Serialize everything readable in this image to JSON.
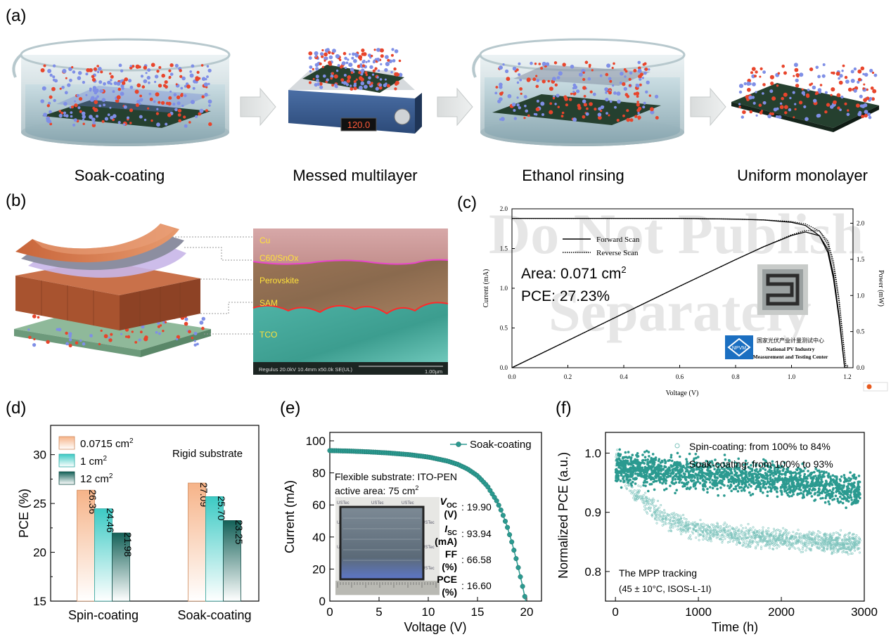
{
  "panels": {
    "a": {
      "letter": "(a)",
      "steps": [
        "Soak-coating",
        "Messed multilayer",
        "Ethanol rinsing",
        "Uniform monolayer"
      ],
      "hotplate_display": "120.0"
    },
    "b": {
      "letter": "(b)",
      "layers": [
        "Cu",
        "C60/SnOx",
        "Perovskite",
        "SAM",
        "TCO"
      ],
      "sem_footer": "Regulus 20.0kV 10.4mm x50.0k SE(UL)",
      "scale_bar": "1.00µm"
    },
    "c": {
      "letter": "(c)",
      "xlabel": "Voltage (V)",
      "ylabel_left": "Current (mA)",
      "ylabel_right": "Power (mW)",
      "legend": [
        "Forward Scan",
        "Reverse Scan"
      ],
      "area_text": "Area: 0.071 cm",
      "area_sup": "2",
      "pce_text": "PCE: 27.23%",
      "watermark_line1": "Do Not Publish",
      "watermark_line2": "Separately",
      "cert_cn": "国家光伏产业计量测试中心",
      "cert_en1": "National PV Industry",
      "cert_en2": "Measurement and Testing Center",
      "logo": "NPVM",
      "xticks": [
        "0.0",
        "0.2",
        "0.4",
        "0.6",
        "0.8",
        "1.0",
        "1.2"
      ],
      "yticks_left": [
        "0.0",
        "0.5",
        "1.0",
        "1.5",
        "2.0"
      ],
      "yticks_right": [
        "0.0",
        "0.5",
        "1.0",
        "1.5",
        "2.0"
      ]
    },
    "d": {
      "letter": "(d)",
      "legend": [
        "0.0715 cm",
        "1 cm",
        "12 cm"
      ],
      "legend_sup": "2",
      "note": "Rigid substrate",
      "ylabel": "PCE (%)",
      "yticks": [
        "15",
        "20",
        "25",
        "30"
      ],
      "colors": [
        "#f7bf98",
        "#4fd0cc",
        "#1a6d66"
      ]
    },
    "e": {
      "letter": "(e)",
      "legend": "Soak-coating",
      "substrate_line": "Flexible substrate: ITO-PEN",
      "area_line": "active area: 75 cm",
      "area_sup": "2",
      "params": [
        {
          "name": "V",
          "sub": "OC",
          "unit": "(V)",
          "value": ": 19.90"
        },
        {
          "name": "I",
          "sub": "SC",
          "unit": "(mA)",
          "value": ": 93.94"
        },
        {
          "name": "FF",
          "sub": "",
          "unit": "(%)",
          "value": ": 66.58"
        },
        {
          "name": "PCE",
          "sub": "",
          "unit": "(%)",
          "value": ": 16.60"
        }
      ],
      "xlabel": "Voltage (V)",
      "ylabel": "Current (mA)",
      "xticks": [
        "0",
        "5",
        "10",
        "15",
        "20"
      ],
      "yticks": [
        "0",
        "20",
        "40",
        "60",
        "80",
        "100"
      ],
      "photo_label": "USTec",
      "color": "#2b9a90"
    },
    "f": {
      "letter": "(f)",
      "legend": [
        "Spin-coating: from 100% to 84%",
        "Soak-coating: from 100% to 93%"
      ],
      "note1": "The MPP tracking",
      "note2": "(45 ± 10°C, ISOS-L-1I)",
      "xlabel": "Time (h)",
      "ylabel": "Normalized PCE (a.u.)",
      "xticks": [
        "0",
        "1000",
        "2000",
        "3000"
      ],
      "yticks": [
        "0.8",
        "0.9",
        "1.0"
      ]
    }
  },
  "chart_data": [
    {
      "id": "c",
      "type": "line",
      "xlabel": "Voltage (V)",
      "ylabel": "Current (mA)",
      "y2label": "Power (mW)",
      "xlim": [
        0.0,
        1.22
      ],
      "ylim": [
        0.0,
        2.0
      ],
      "y2lim": [
        0.0,
        2.2
      ],
      "series": [
        {
          "name": "Forward Scan",
          "x": [
            0.0,
            0.2,
            0.4,
            0.6,
            0.8,
            0.9,
            1.0,
            1.05,
            1.1,
            1.13,
            1.15,
            1.17,
            1.19
          ],
          "values": [
            1.88,
            1.88,
            1.88,
            1.88,
            1.87,
            1.86,
            1.83,
            1.79,
            1.66,
            1.45,
            1.12,
            0.62,
            0.0
          ]
        },
        {
          "name": "Reverse Scan",
          "x": [
            0.0,
            0.2,
            0.4,
            0.6,
            0.8,
            0.9,
            1.0,
            1.05,
            1.1,
            1.13,
            1.15,
            1.17,
            1.195
          ],
          "values": [
            1.88,
            1.88,
            1.88,
            1.88,
            1.87,
            1.86,
            1.84,
            1.81,
            1.72,
            1.55,
            1.28,
            0.82,
            0.0
          ]
        }
      ]
    },
    {
      "id": "d",
      "type": "bar",
      "categories": [
        "Spin-coating",
        "Soak-coating"
      ],
      "ylabel": "PCE (%)",
      "ylim": [
        15,
        33
      ],
      "series": [
        {
          "name": "0.0715 cm2",
          "values": [
            26.36,
            27.09
          ]
        },
        {
          "name": "1 cm2",
          "values": [
            24.46,
            25.7
          ]
        },
        {
          "name": "12 cm2",
          "values": [
            21.98,
            23.25
          ]
        }
      ]
    },
    {
      "id": "e",
      "type": "line",
      "xlabel": "Voltage (V)",
      "ylabel": "Current (mA)",
      "xlim": [
        0,
        21.5
      ],
      "ylim": [
        0,
        100
      ],
      "series": [
        {
          "name": "Soak-coating",
          "x": [
            0,
            2,
            4,
            6,
            8,
            10,
            12,
            13,
            14,
            15,
            16,
            17,
            17.5,
            18,
            18.5,
            19,
            19.5,
            19.9
          ],
          "values": [
            93.9,
            93.6,
            93.1,
            92.4,
            91.4,
            89.9,
            87.3,
            85.3,
            82.4,
            78.2,
            71.8,
            62.0,
            55.2,
            46.8,
            36.5,
            24.6,
            11.5,
            0.0
          ]
        }
      ]
    },
    {
      "id": "f",
      "type": "scatter",
      "xlabel": "Time (h)",
      "ylabel": "Normalized PCE (a.u.)",
      "xlim": [
        -120,
        3000
      ],
      "ylim": [
        0.75,
        1.035
      ],
      "series": [
        {
          "name": "Spin-coating",
          "x": [
            0,
            100,
            250,
            500,
            750,
            1000,
            1500,
            2000,
            2500,
            2950
          ],
          "values": [
            1.0,
            0.96,
            0.93,
            0.9,
            0.88,
            0.87,
            0.86,
            0.855,
            0.85,
            0.845
          ]
        },
        {
          "name": "Soak-coating",
          "x": [
            0,
            500,
            1000,
            1500,
            2000,
            2500,
            2950
          ],
          "values": [
            0.975,
            0.97,
            0.965,
            0.96,
            0.955,
            0.945,
            0.935
          ]
        }
      ]
    }
  ]
}
